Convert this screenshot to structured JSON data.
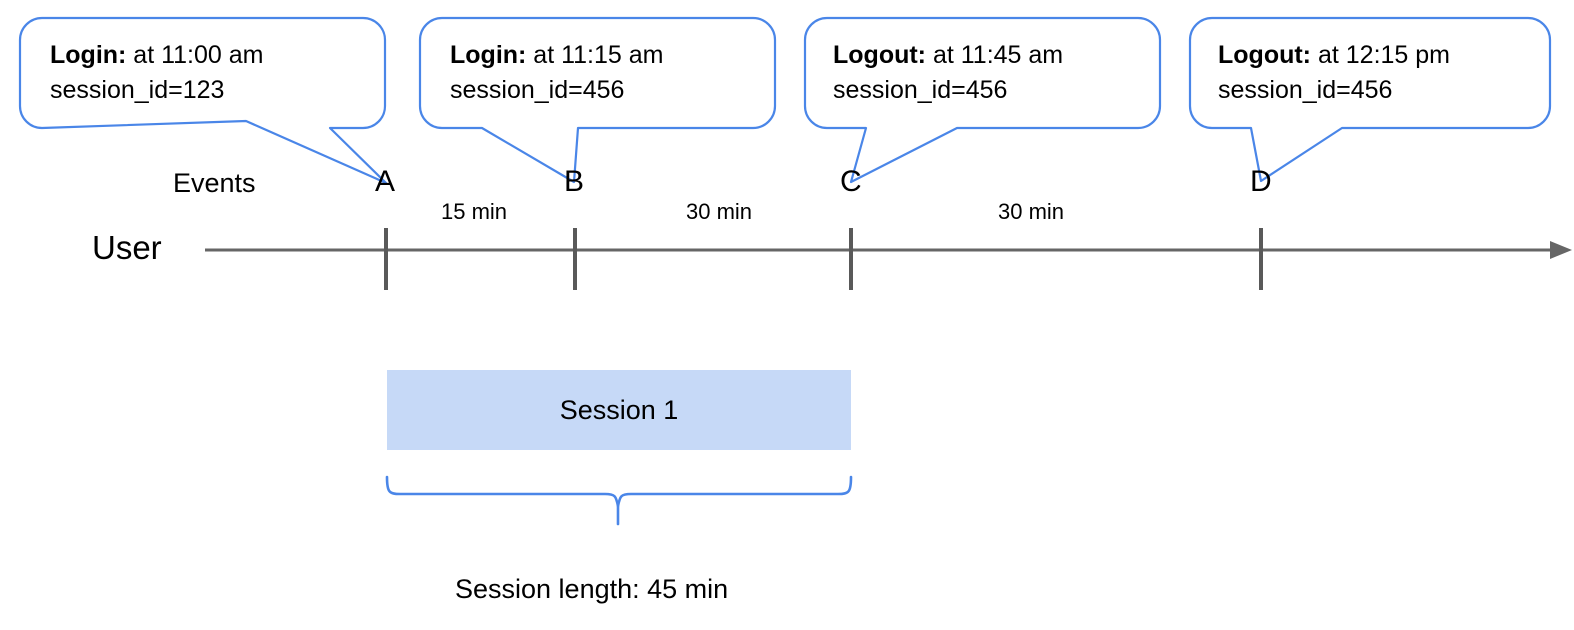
{
  "diagram": {
    "title_row_label": "User",
    "events_row_label": "Events",
    "callouts": [
      {
        "label": "Login:",
        "detail": " at 11:00 am",
        "line2": "session_id=123",
        "target": "A"
      },
      {
        "label": "Login:",
        "detail": " at 11:15 am",
        "line2": "session_id=456",
        "target": "B"
      },
      {
        "label": "Logout:",
        "detail": " at 11:45 am",
        "line2": "session_id=456",
        "target": "C"
      },
      {
        "label": "Logout:",
        "detail": " at 12:15 pm",
        "line2": "session_id=456",
        "target": "D"
      }
    ],
    "markers": [
      {
        "name": "A"
      },
      {
        "name": "B"
      },
      {
        "name": "C"
      },
      {
        "name": "D"
      }
    ],
    "gaps": [
      {
        "label": "15 min",
        "from": "A",
        "to": "B"
      },
      {
        "label": "30 min",
        "from": "B",
        "to": "C"
      },
      {
        "label": "30 min",
        "from": "C",
        "to": "D"
      }
    ],
    "session": {
      "bar_label": "Session 1",
      "length_label": "Session length: 45 min",
      "from": "A",
      "to": "C"
    },
    "colors": {
      "callout_stroke": "#4a86e8",
      "callout_fill": "#ffffff",
      "timeline_stroke": "#666666",
      "marker_stroke": "#595959",
      "session_fill": "#c6d9f7",
      "brace_stroke": "#4a86e8",
      "text": "#000000"
    }
  }
}
